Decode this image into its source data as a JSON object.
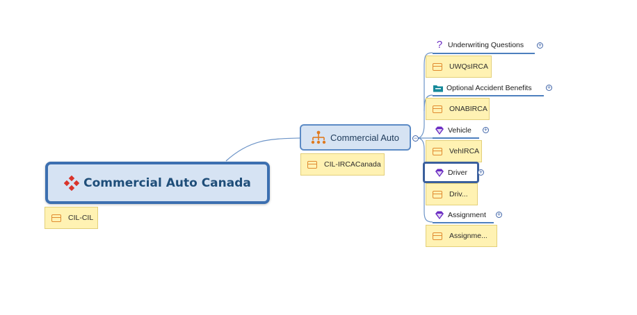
{
  "root": {
    "label": "Commercial Auto Canada",
    "note": "CIL-CIL"
  },
  "main_topic": {
    "label": "Commercial Auto",
    "note": "CIL-IRCACanada",
    "collapse_symbol": "−"
  },
  "subtopics": [
    {
      "label": "Underwriting Questions",
      "icon": "question-icon",
      "note": "UWQsIRCA",
      "expand_symbol": "+"
    },
    {
      "label": "Optional Accident Benefits",
      "icon": "folder-icon",
      "note": "ONABIRCA",
      "expand_symbol": "+"
    },
    {
      "label": "Vehicle",
      "icon": "diamond-gem-icon",
      "note": "VehIRCA",
      "expand_symbol": "+"
    },
    {
      "label": "Driver",
      "icon": "diamond-gem-icon",
      "note": "Driv...",
      "expand_symbol": "+"
    },
    {
      "label": "Assignment",
      "icon": "diamond-gem-icon",
      "note": "Assignme...",
      "expand_symbol": "+"
    }
  ],
  "colors": {
    "root_fill": "#d6e3f3",
    "root_border": "#3c6fb0",
    "note_fill": "#fff2b3",
    "link": "#5b8ac5",
    "topic_icon": "#e07a1f",
    "gem_icon": "#6a2bc2"
  }
}
